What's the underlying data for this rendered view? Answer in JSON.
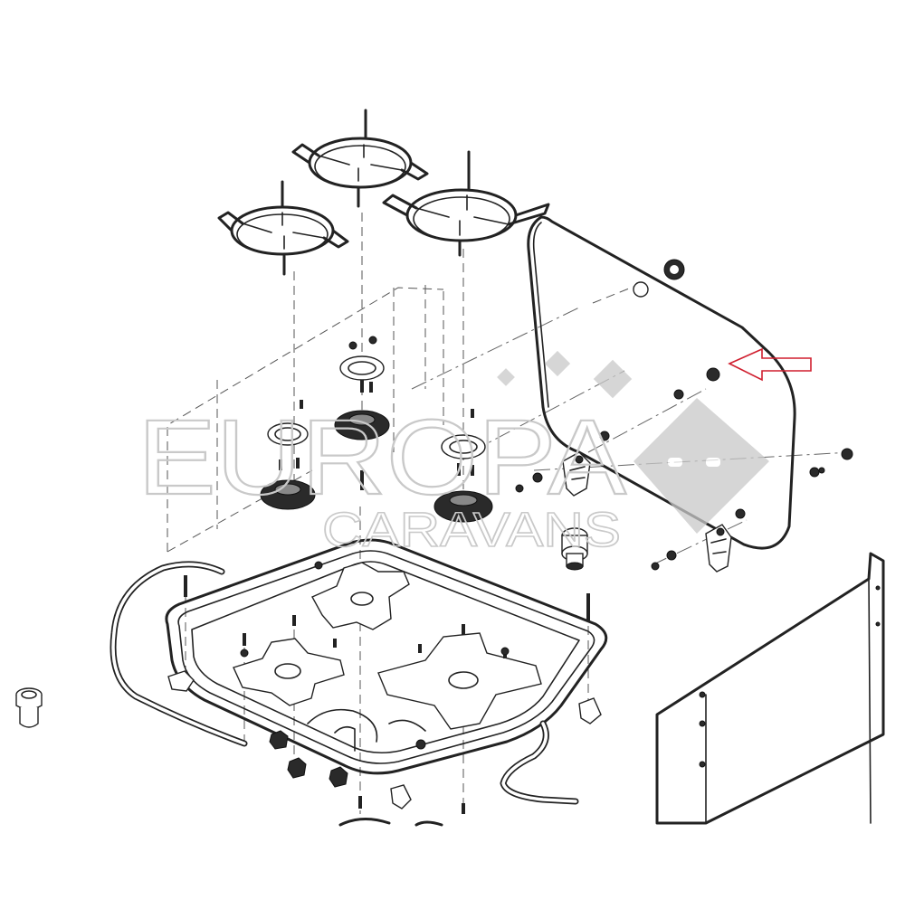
{
  "watermark": {
    "brand_top": "EUROPA",
    "brand_bottom": "CARAVANS",
    "color": "#c9c9c9"
  },
  "highlight_arrow": {
    "color": "#d01f2f",
    "direction": "left"
  }
}
